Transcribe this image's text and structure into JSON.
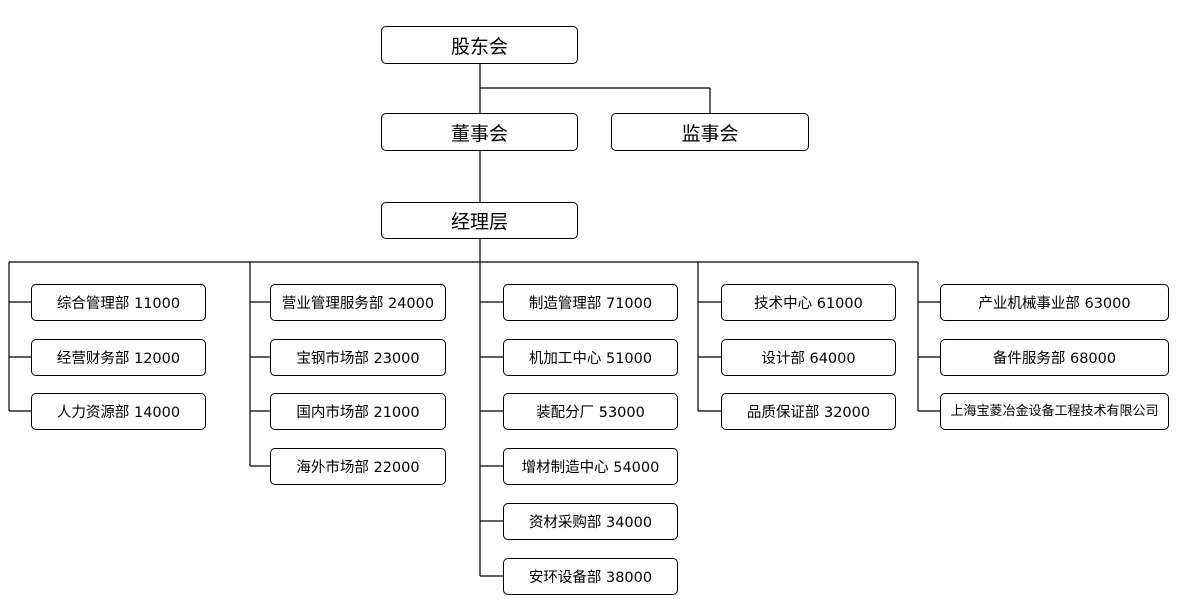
{
  "top": {
    "shareholders": "股东会",
    "board": "董事会",
    "supervisors": "监事会",
    "management": "经理层"
  },
  "columns": [
    [
      "综合管理部 11000",
      "经营财务部 12000",
      "人力资源部 14000"
    ],
    [
      "营业管理服务部 24000",
      "宝钢市场部 23000",
      "国内市场部 21000",
      "海外市场部 22000"
    ],
    [
      "制造管理部 71000",
      "机加工中心 51000",
      "装配分厂 53000",
      "增材制造中心 54000",
      "资材采购部 34000",
      "安环设备部 38000"
    ],
    [
      "技术中心 61000",
      "设计部 64000",
      "品质保证部 32000"
    ],
    [
      "产业机械事业部 63000",
      "备件服务部 68000",
      "上海宝菱冶金设备工程技术有限公司"
    ]
  ]
}
